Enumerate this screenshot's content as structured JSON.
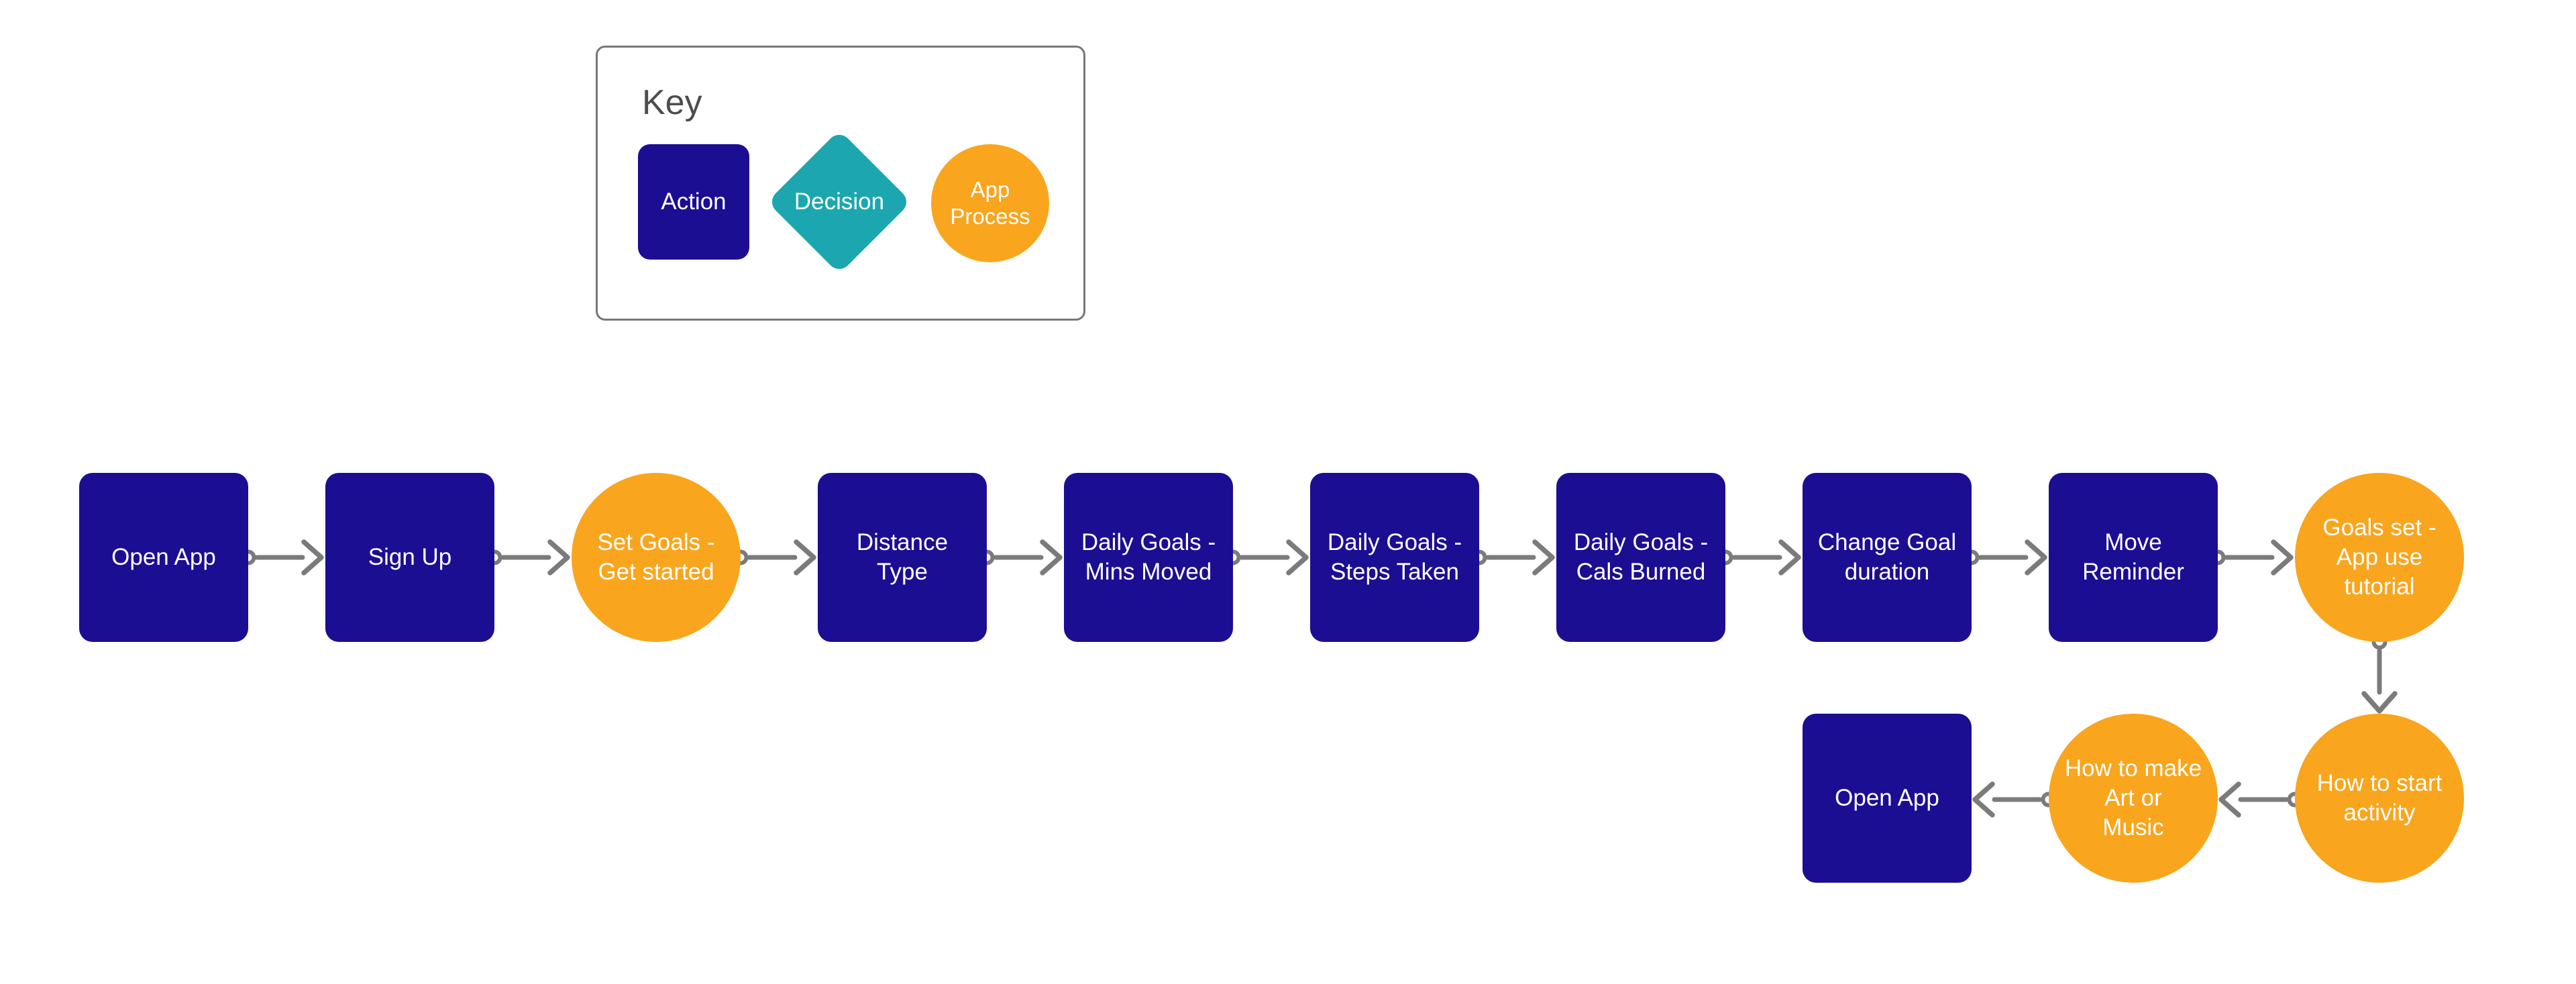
{
  "colors": {
    "action_fill": "#1C0E92",
    "process_fill": "#F9A51D",
    "decision_fill": "#1CA7B0",
    "connector": "#7B7B7B",
    "key_border": "#77787B",
    "key_title_color": "#4D4D4D",
    "node_text": "#FFFFFF"
  },
  "key": {
    "title": "Key",
    "items": [
      {
        "shape": "action",
        "label": "Action"
      },
      {
        "shape": "decision",
        "label": "Decision"
      },
      {
        "shape": "process",
        "label": "App\nProcess"
      }
    ]
  },
  "flow": {
    "main_row": [
      {
        "shape": "action",
        "label": "Open App"
      },
      {
        "shape": "action",
        "label": "Sign Up"
      },
      {
        "shape": "process",
        "label": "Set Goals -\nGet started"
      },
      {
        "shape": "action",
        "label": "Distance\nType"
      },
      {
        "shape": "action",
        "label": "Daily Goals -\nMins Moved"
      },
      {
        "shape": "action",
        "label": "Daily Goals -\nSteps Taken"
      },
      {
        "shape": "action",
        "label": "Daily Goals -\nCals Burned"
      },
      {
        "shape": "action",
        "label": "Change Goal\nduration"
      },
      {
        "shape": "action",
        "label": "Move\nReminder"
      },
      {
        "shape": "process",
        "label": "Goals set -\nApp use\ntutorial"
      }
    ],
    "bottom_row": [
      {
        "shape": "action",
        "label": "Open App"
      },
      {
        "shape": "process",
        "label": "How to make\nArt or\nMusic"
      },
      {
        "shape": "process",
        "label": "How to start\nactivity"
      }
    ]
  }
}
